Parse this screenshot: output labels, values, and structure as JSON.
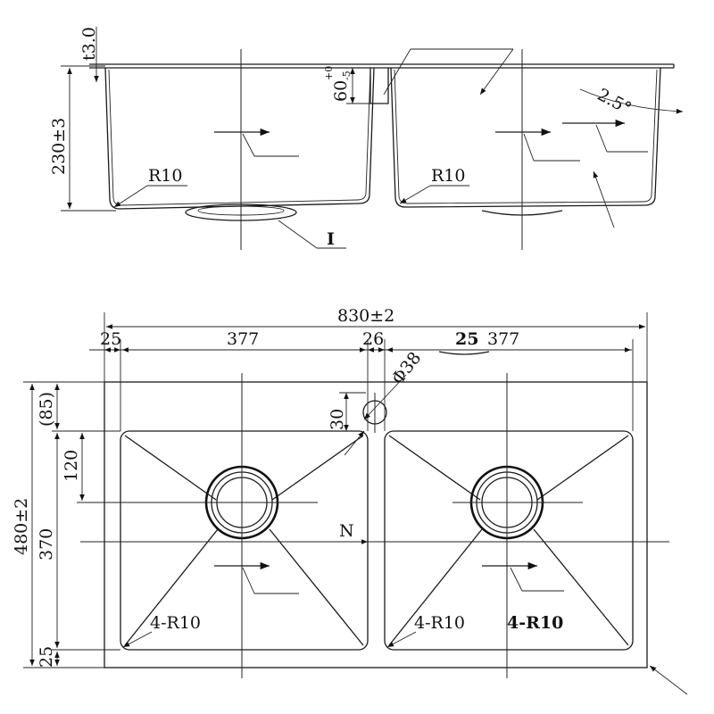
{
  "side_view": {
    "thickness": "t3.0",
    "depth": "230±3",
    "divider_height": "60",
    "divider_tol_upper": "+0",
    "divider_tol_lower": "-5",
    "radius_left": "R10",
    "radius_right": "R10",
    "slope": "2.5°",
    "detail_callout": "I"
  },
  "plan_view": {
    "overall_width": "830±2",
    "margin_left": "25",
    "bowl_left_width": "377",
    "divider_width": "26",
    "margin_right": "25",
    "bowl_right_width": "377",
    "tap_hole_dia": "Φ38",
    "tap_hole_offset": "30",
    "overall_depth": "480±2",
    "top_margin": "(85)",
    "drain_offset": "120",
    "bowl_depth": "370",
    "bottom_margin": "25",
    "center_label": "N",
    "corner_radius_left": "4-R10",
    "corner_radius_mid": "4-R10",
    "corner_radius_right": "4-R10"
  }
}
